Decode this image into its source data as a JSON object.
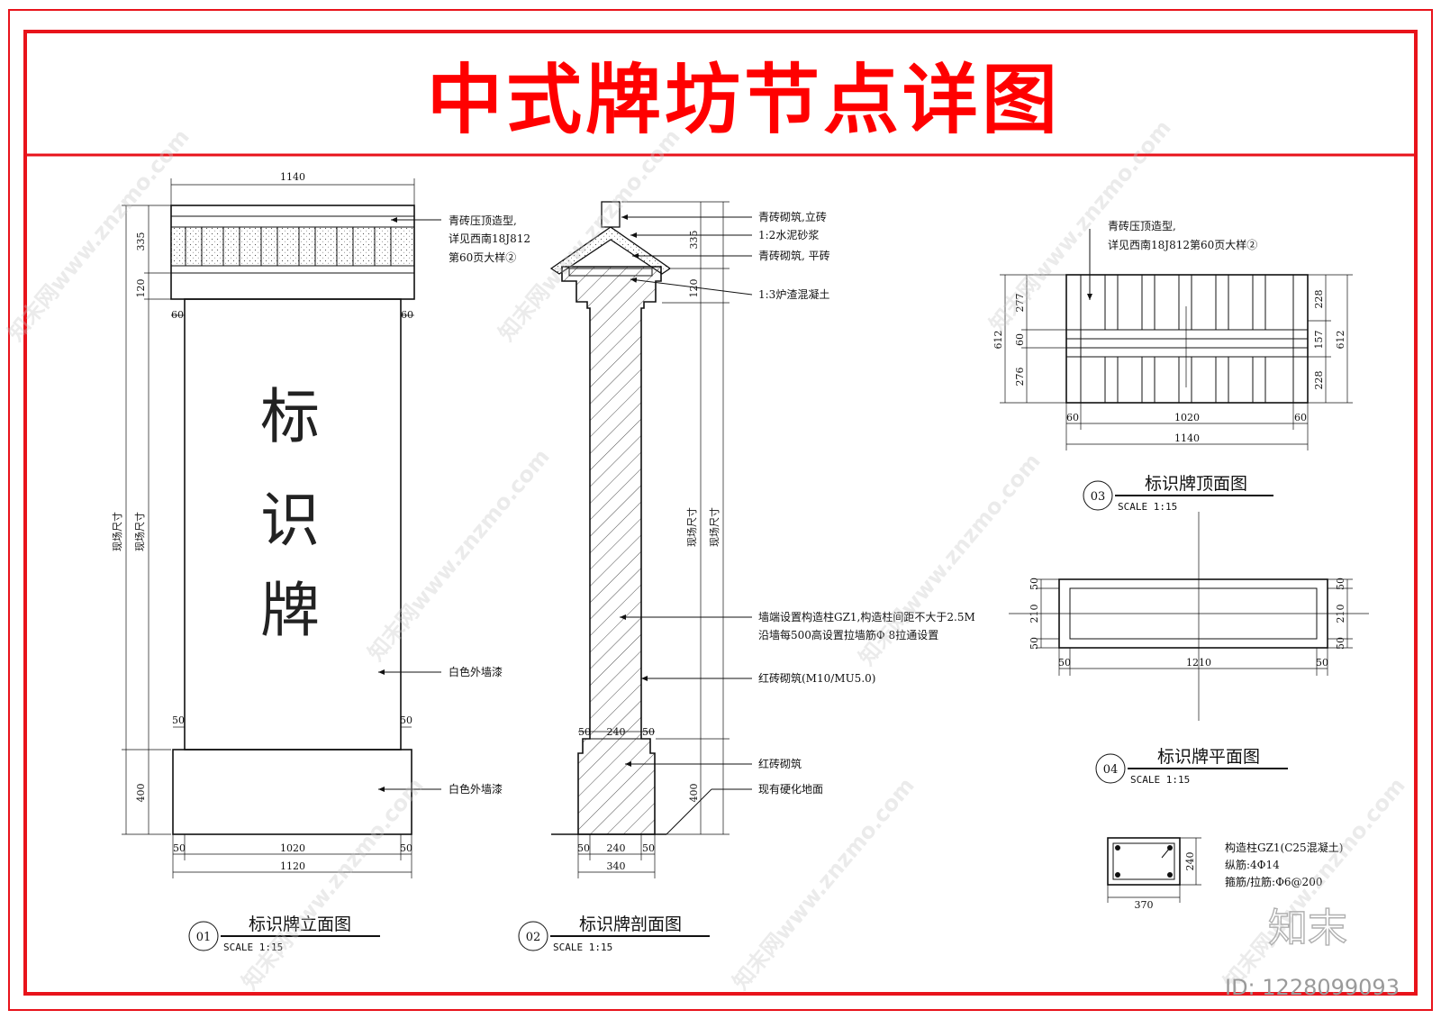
{
  "title": "中式牌坊节点详图",
  "colors": {
    "frame": "#e8131b",
    "title": "#ff0000",
    "ink": "#111111"
  },
  "watermark": {
    "text": "知末网www.znzmo.com",
    "logo": "知末",
    "id": "ID: 1228099093"
  },
  "view01": {
    "num": "01",
    "title": "标识牌立面图",
    "scale": "SCALE 1:15",
    "sign_text": [
      "标",
      "识",
      "牌"
    ],
    "dims": {
      "top": "1140",
      "h335": "335",
      "h120": "120",
      "l60": "60",
      "r60": "60",
      "l50": "50",
      "r50": "50",
      "h400": "400",
      "bl50": "50",
      "br50": "50",
      "w1020": "1020",
      "w1120": "1120",
      "site1": "现场尺寸",
      "site2": "现场尺寸"
    },
    "notes": {
      "cap1": "青砖压顶造型,",
      "cap2": "详见西南18J812",
      "cap3": "第60页大样②",
      "paint1": "白色外墙漆",
      "paint2": "白色外墙漆"
    }
  },
  "view02": {
    "num": "02",
    "title": "标识牌剖面图",
    "scale": "SCALE 1:15",
    "dims": {
      "h335": "335",
      "h120": "120",
      "site": "现场尺寸",
      "m50a": "50",
      "m240": "240",
      "m50b": "50",
      "h400": "400",
      "b50a": "50",
      "b240": "240",
      "b50b": "50",
      "w340": "340"
    },
    "notes": {
      "n1": "青砖砌筑,立砖",
      "n2": "1:2水泥砂浆",
      "n3": "青砖砌筑, 平砖",
      "n4": "1:3炉渣混凝土",
      "n5": "墙端设置构造柱GZ1,构造柱间距不大于2.5M",
      "n6": "沿墙每500高设置拉墙筋Φ 8拉通设置",
      "n7": "红砖砌筑(M10/MU5.0)",
      "n8": "红砖砌筑",
      "n9": "现有硬化地面"
    }
  },
  "view03": {
    "num": "03",
    "title": "标识牌顶面图",
    "scale": "SCALE 1:15",
    "notes": {
      "cap1": "青砖压顶造型,",
      "cap2": "详见西南18J812第60页大样②"
    },
    "dims": {
      "l612": "612",
      "l277": "277",
      "l60": "60",
      "l276": "276",
      "r228a": "228",
      "r157": "157",
      "r228b": "228",
      "r612": "612",
      "b60a": "60",
      "b1020": "1020",
      "b60b": "60",
      "b1140": "1140"
    }
  },
  "view04": {
    "num": "04",
    "title": "标识牌平面图",
    "scale": "SCALE 1:15",
    "dims": {
      "l50a": "50",
      "l210": "210",
      "l50b": "50",
      "r50a": "50",
      "r210": "210",
      "r50b": "50",
      "b50a": "50",
      "b1210": "1210",
      "b50b": "50"
    }
  },
  "column_detail": {
    "title": "构造柱GZ1(C25混凝土)",
    "rebar": "纵筋:4Φ14",
    "stirrup": "箍筋/拉筋:Φ6@200",
    "w370": "370",
    "h240": "240"
  }
}
